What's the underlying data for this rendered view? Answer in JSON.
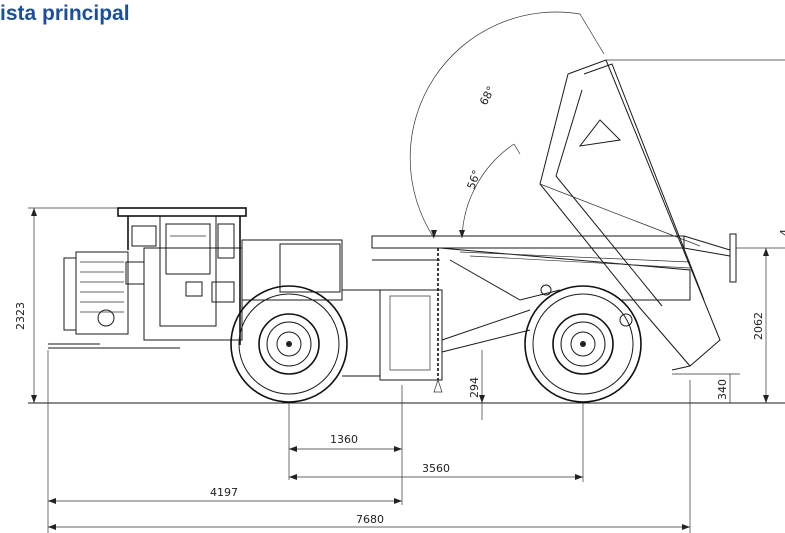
{
  "page": {
    "title": "ista principal"
  },
  "drawing": {
    "angles": {
      "outer": "68°",
      "inner": "56°"
    },
    "dimensions": {
      "overall_height": "2323",
      "box_height": "2062",
      "box_clearance": "340",
      "ground_clearance": "294",
      "dim_1360": "1360",
      "dim_3560": "3560",
      "dim_4197": "4197",
      "overall_length": "7680",
      "raised_height_partial": "4"
    }
  }
}
